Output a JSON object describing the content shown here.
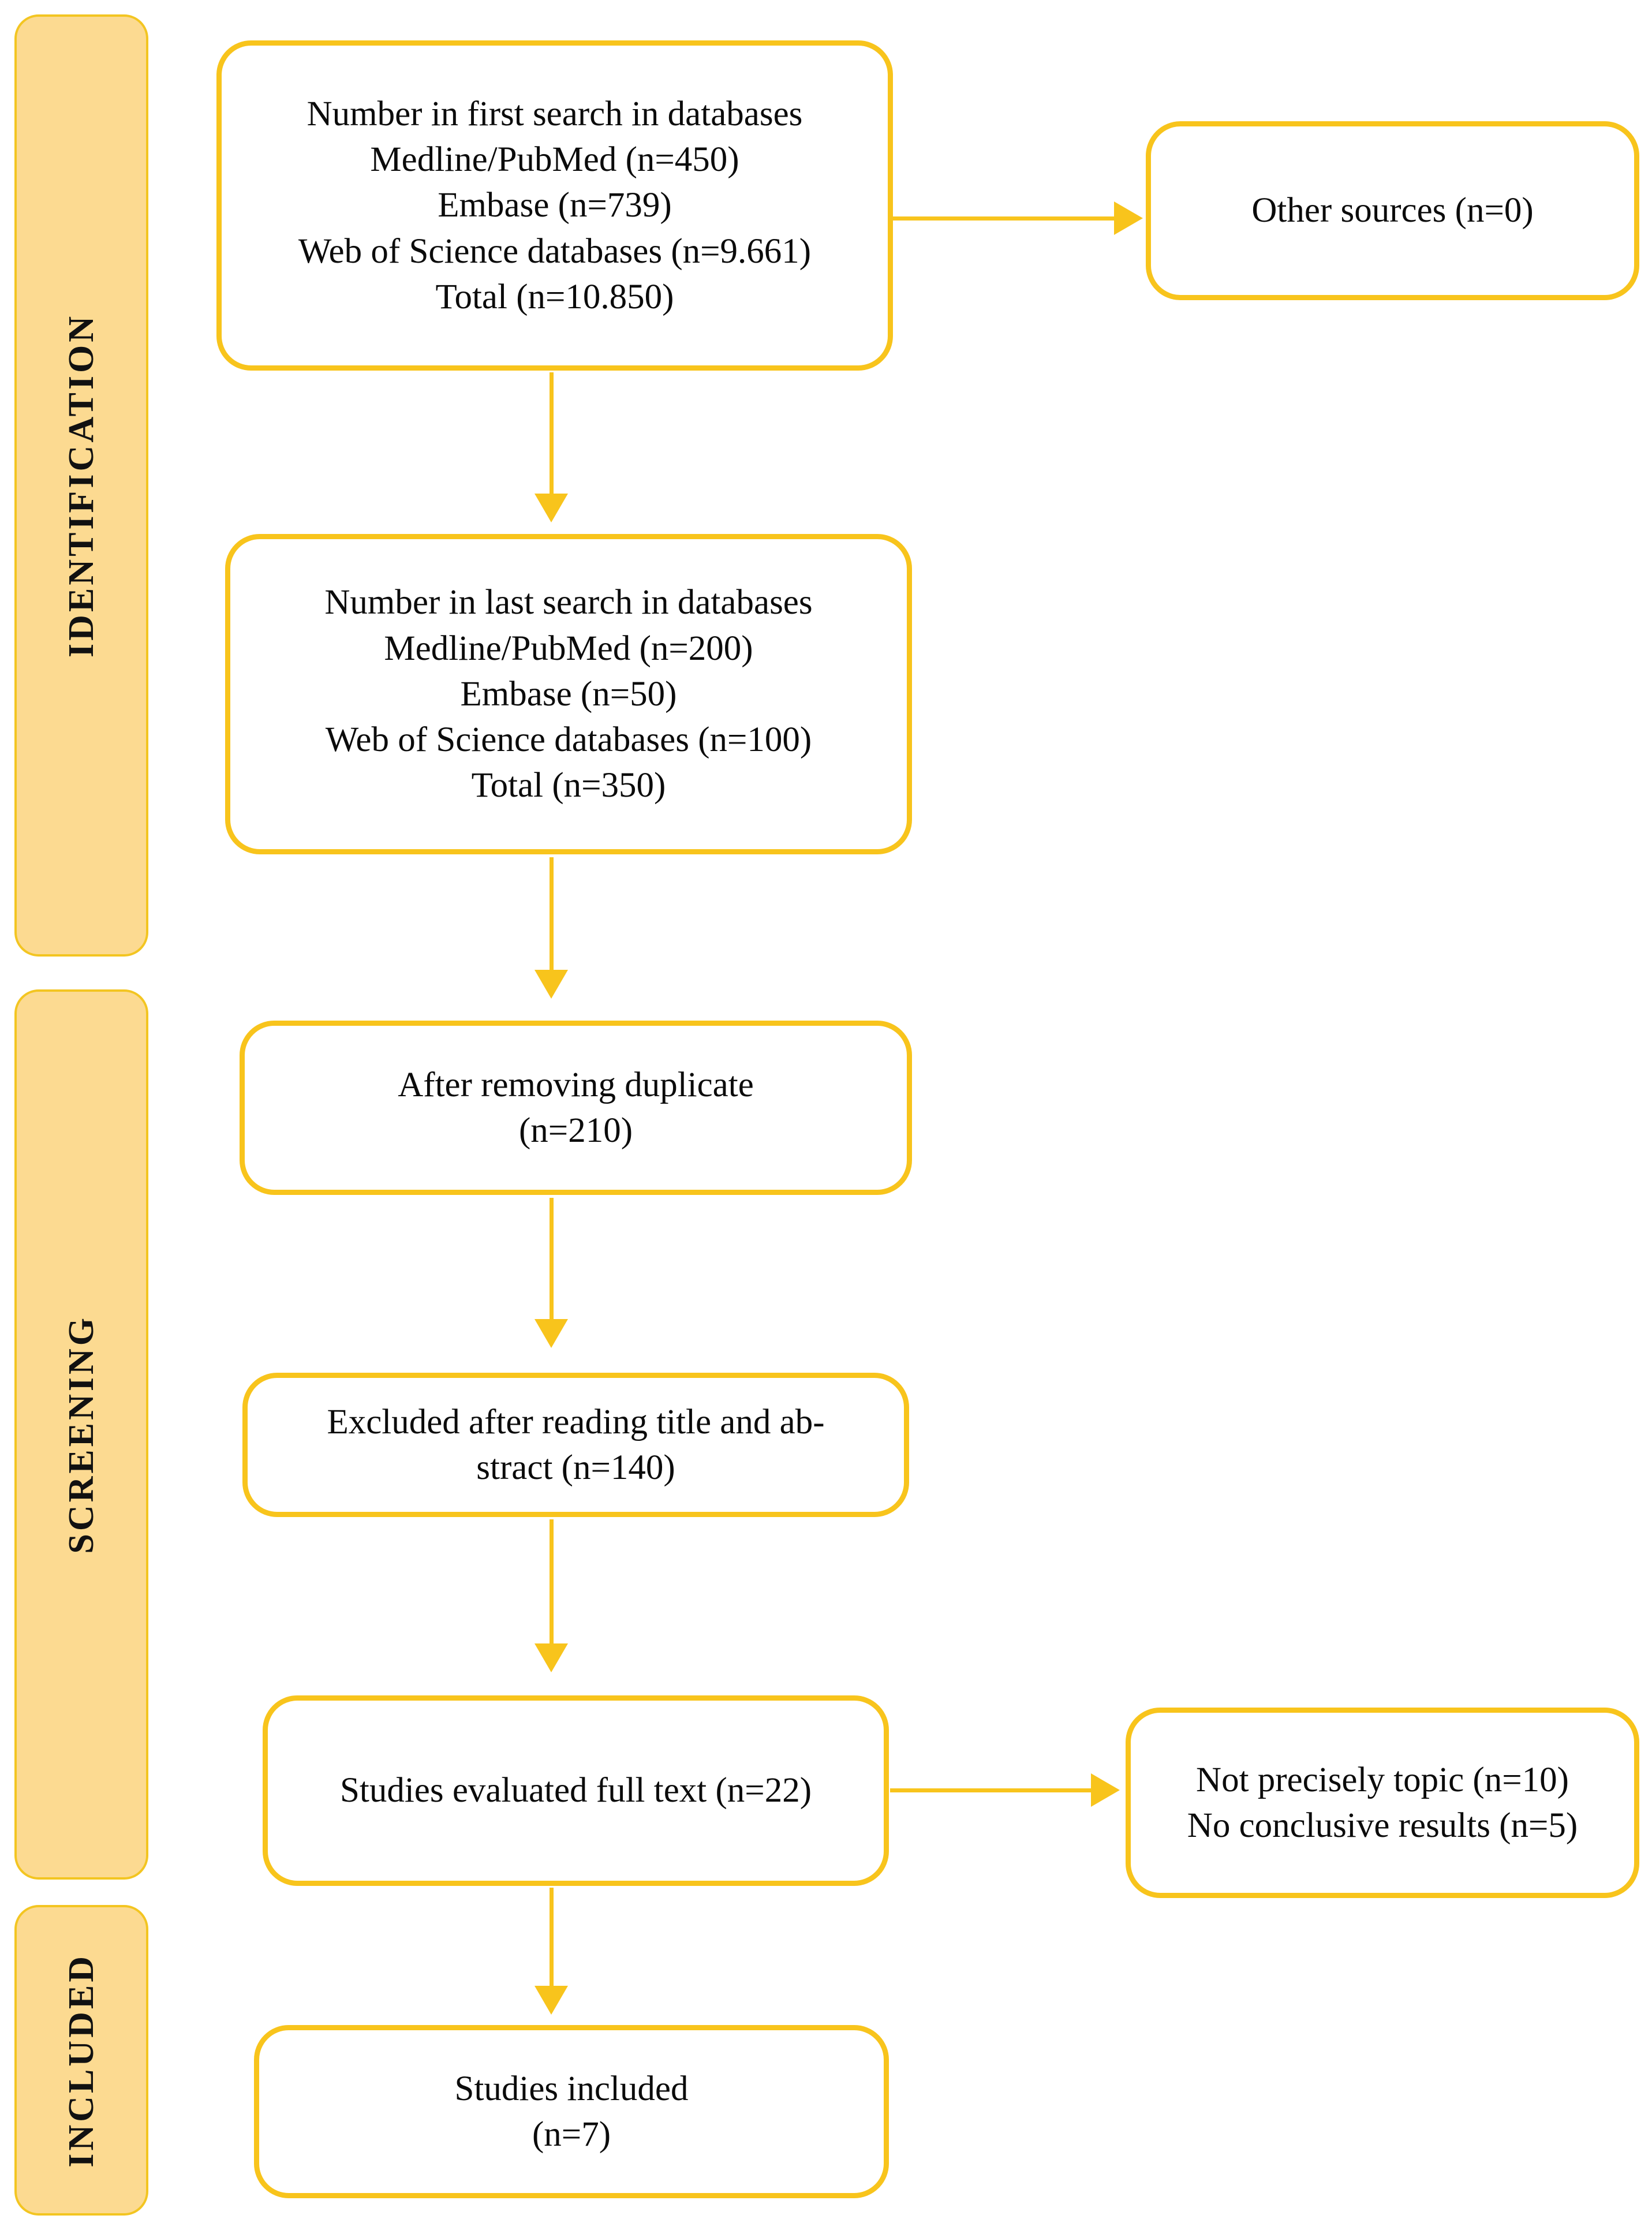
{
  "diagram": {
    "type": "prisma-flow-diagram",
    "title": "PRISMA study selection flow diagram",
    "accent_color": "#F8C41C",
    "stage_fill_color": "#FCDA91",
    "box_border_color": "#F8C41C",
    "text_color": "#0b0b0b",
    "background_color": "#FFFFFF"
  },
  "stages": [
    {
      "id": "identification",
      "label": "IDENTIFICATION"
    },
    {
      "id": "screening",
      "label": "SCREENING"
    },
    {
      "id": "included",
      "label": "INCLUDED"
    }
  ],
  "nodes": {
    "first_search": {
      "id": "first-search",
      "lines": [
        "Number in first search in databases",
        "Medline/PubMed (n=450)",
        "Embase (n=739)",
        "Web of Science databases (n=9.661)",
        "Total (n=10.850)"
      ],
      "counts": {
        "medline_pubmed": 450,
        "embase": 739,
        "web_of_science": 9661,
        "total": 10850
      }
    },
    "other_sources": {
      "id": "other-sources",
      "lines": [
        "Other sources (n=0)"
      ],
      "counts": {
        "total": 0
      }
    },
    "last_search": {
      "id": "last-search",
      "lines": [
        "Number in last search in databases",
        "Medline/PubMed (n=200)",
        "Embase (n=50)",
        "Web of Science databases (n=100)",
        "Total (n=350)"
      ],
      "counts": {
        "medline_pubmed": 200,
        "embase": 50,
        "web_of_science": 100,
        "total": 350
      }
    },
    "after_duplicates": {
      "id": "after-removing-duplicate",
      "lines": [
        "After removing duplicate",
        "(n=210)"
      ],
      "counts": {
        "total": 210
      }
    },
    "excluded_title_abstract": {
      "id": "excluded-title-abstract",
      "lines": [
        "Excluded after reading title and ab-",
        "stract (n=140)"
      ],
      "counts": {
        "total": 140
      }
    },
    "full_text_evaluated": {
      "id": "studies-evaluated-full-text",
      "lines": [
        "Studies evaluated full text (n=22)"
      ],
      "counts": {
        "total": 22
      }
    },
    "exclusion_reasons": {
      "id": "exclusion-reasons",
      "lines": [
        "Not precisely topic (n=10)",
        "No conclusive results (n=5)"
      ],
      "counts": {
        "not_precisely_topic": 10,
        "no_conclusive_results": 5
      }
    },
    "studies_included": {
      "id": "studies-included",
      "lines": [
        "Studies included",
        "(n=7)"
      ],
      "counts": {
        "total": 7
      }
    }
  }
}
